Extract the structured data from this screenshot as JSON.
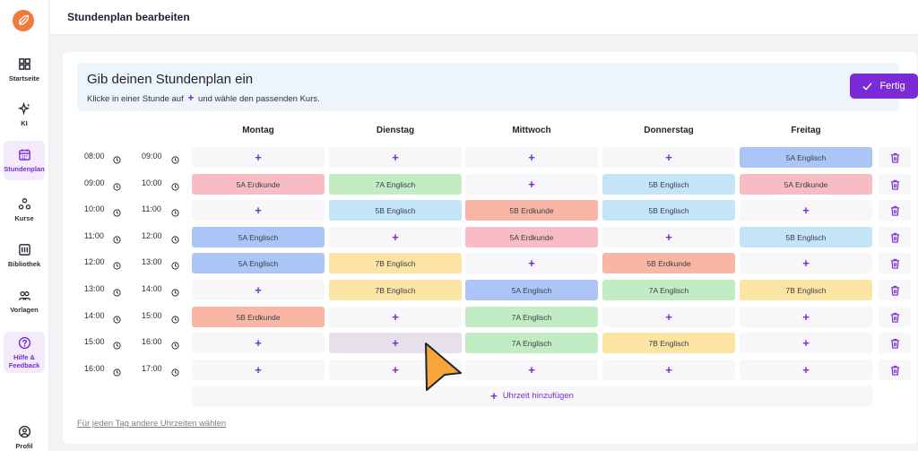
{
  "header": {
    "title": "Stundenplan bearbeiten"
  },
  "sidebar": {
    "items": [
      {
        "label": "Startseite",
        "icon": "grid-icon"
      },
      {
        "label": "KI",
        "icon": "sparkle-icon"
      },
      {
        "label": "Stundenplan",
        "icon": "calendar-icon",
        "active": true
      },
      {
        "label": "Kurse",
        "icon": "nodes-icon"
      },
      {
        "label": "Bibliothek",
        "icon": "library-icon"
      },
      {
        "label": "Vorlagen",
        "icon": "people-icon"
      },
      {
        "label": "Hilfe & Feedback",
        "icon": "help-icon"
      },
      {
        "label": "Profil",
        "icon": "profile-icon"
      }
    ]
  },
  "banner": {
    "title": "Gib deinen Stundenplan ein",
    "subtitle_before": "Klicke in einer Stunde auf",
    "subtitle_plus": "+",
    "subtitle_after": "und wähle den passenden Kurs.",
    "done_label": "Fertig"
  },
  "days": [
    "Montag",
    "Dienstag",
    "Mittwoch",
    "Donnerstag",
    "Freitag"
  ],
  "rows": [
    {
      "start": "08:00",
      "end": "09:00",
      "cells": [
        "+",
        "+",
        "+",
        "+",
        "5A Englisch"
      ]
    },
    {
      "start": "09:00",
      "end": "10:00",
      "cells": [
        "5A Erdkunde",
        "7A Englisch",
        "+",
        "5B Englisch",
        "5A Erdkunde"
      ]
    },
    {
      "start": "10:00",
      "end": "11:00",
      "cells": [
        "+",
        "5B Englisch",
        "5B Erdkunde",
        "5B Englisch",
        "+"
      ]
    },
    {
      "start": "11:00",
      "end": "12:00",
      "cells": [
        "5A Englisch",
        "+",
        "5A Erdkunde",
        "+",
        "5B Englisch"
      ]
    },
    {
      "start": "12:00",
      "end": "13:00",
      "cells": [
        "5A Englisch",
        "7B Englisch",
        "+",
        "5B Erdkunde",
        "+"
      ]
    },
    {
      "start": "13:00",
      "end": "14:00",
      "cells": [
        "+",
        "7B Englisch",
        "5A Englisch",
        "7A Englisch",
        "7B Englisch"
      ]
    },
    {
      "start": "14:00",
      "end": "15:00",
      "cells": [
        "5B Erdkunde",
        "+",
        "7A Englisch",
        "+",
        "+"
      ]
    },
    {
      "start": "15:00",
      "end": "16:00",
      "cells": [
        "+",
        "+",
        "7A Englisch",
        "7B Englisch",
        "+"
      ]
    },
    {
      "start": "16:00",
      "end": "17:00",
      "cells": [
        "+",
        "+",
        "+",
        "+",
        "+"
      ]
    }
  ],
  "course_colors": {
    "5A Englisch": "#abc6f6",
    "5A Erdkunde": "#f8bcc4",
    "5B Englisch": "#c4e4f8",
    "5B Erdkunde": "#f9b6a4",
    "7A Englisch": "#c2ecc4",
    "7B Englisch": "#fbe4a4"
  },
  "add_time_label": "Uhrzeit hinzufügen",
  "footer_link": "Für jeden Tag andere Uhrzeiten wählen",
  "colors": {
    "accent": "#7b2bd6",
    "cursor": "#f6a536",
    "hover_cell": "#e6e0ea"
  }
}
